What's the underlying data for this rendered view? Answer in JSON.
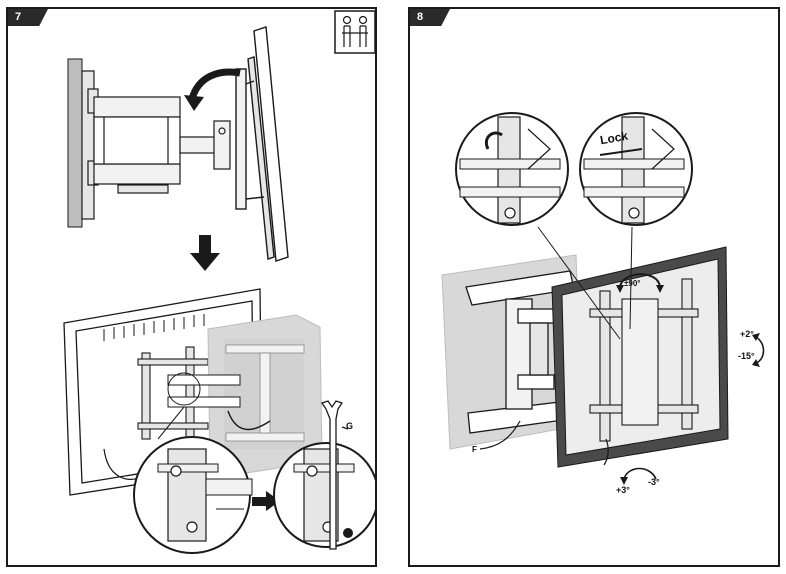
{
  "steps": [
    {
      "number": "7",
      "icon": "two-person-lift-icon",
      "callout_letter": "G"
    },
    {
      "number": "8",
      "callout_letter": "F",
      "lock_label": "Lock",
      "rotate_label": "±90°",
      "tilt_up_label": "+2°",
      "tilt_down_label": "-15°",
      "level_plus_label": "+3°",
      "level_minus_label": "-3°"
    }
  ],
  "colors": {
    "line": "#1a1a1a",
    "wall": "#bdbdbd",
    "wall_light": "#d8d8d8",
    "metal": "#e6e6e6"
  }
}
